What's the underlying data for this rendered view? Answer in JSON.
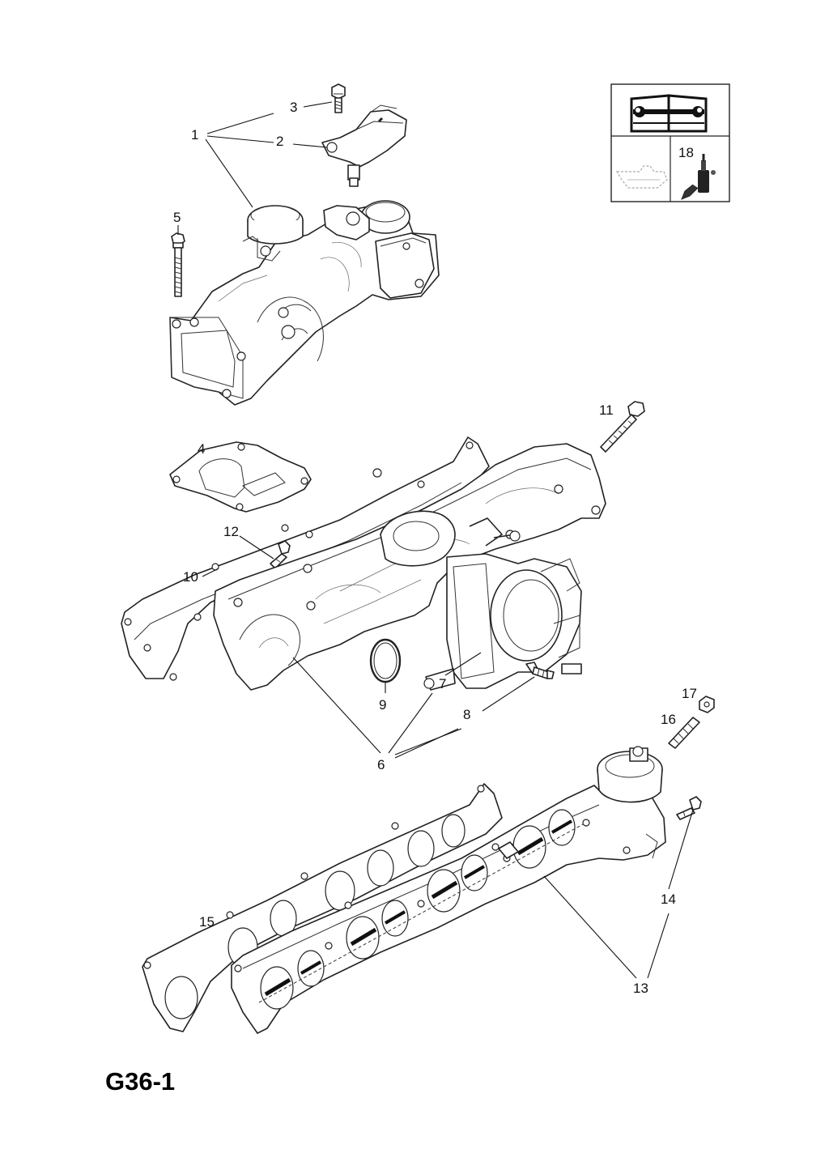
{
  "page": {
    "code": "G36-1"
  },
  "legend": {
    "icons": [
      "book-wrench-icon",
      "engine-oil-pan-icon",
      "sealant-tube-icon"
    ],
    "sealant_ref": "18"
  },
  "callouts": [
    {
      "id": "c1",
      "label": "1"
    },
    {
      "id": "c2",
      "label": "2"
    },
    {
      "id": "c3",
      "label": "3"
    },
    {
      "id": "c4",
      "label": "4"
    },
    {
      "id": "c5",
      "label": "5"
    },
    {
      "id": "c6",
      "label": "6"
    },
    {
      "id": "c7",
      "label": "7"
    },
    {
      "id": "c8",
      "label": "8"
    },
    {
      "id": "c9",
      "label": "9"
    },
    {
      "id": "c10",
      "label": "10"
    },
    {
      "id": "c11",
      "label": "11"
    },
    {
      "id": "c12",
      "label": "12"
    },
    {
      "id": "c13",
      "label": "13"
    },
    {
      "id": "c14",
      "label": "14"
    },
    {
      "id": "c15",
      "label": "15"
    },
    {
      "id": "c16",
      "label": "16"
    },
    {
      "id": "c17",
      "label": "17"
    }
  ]
}
